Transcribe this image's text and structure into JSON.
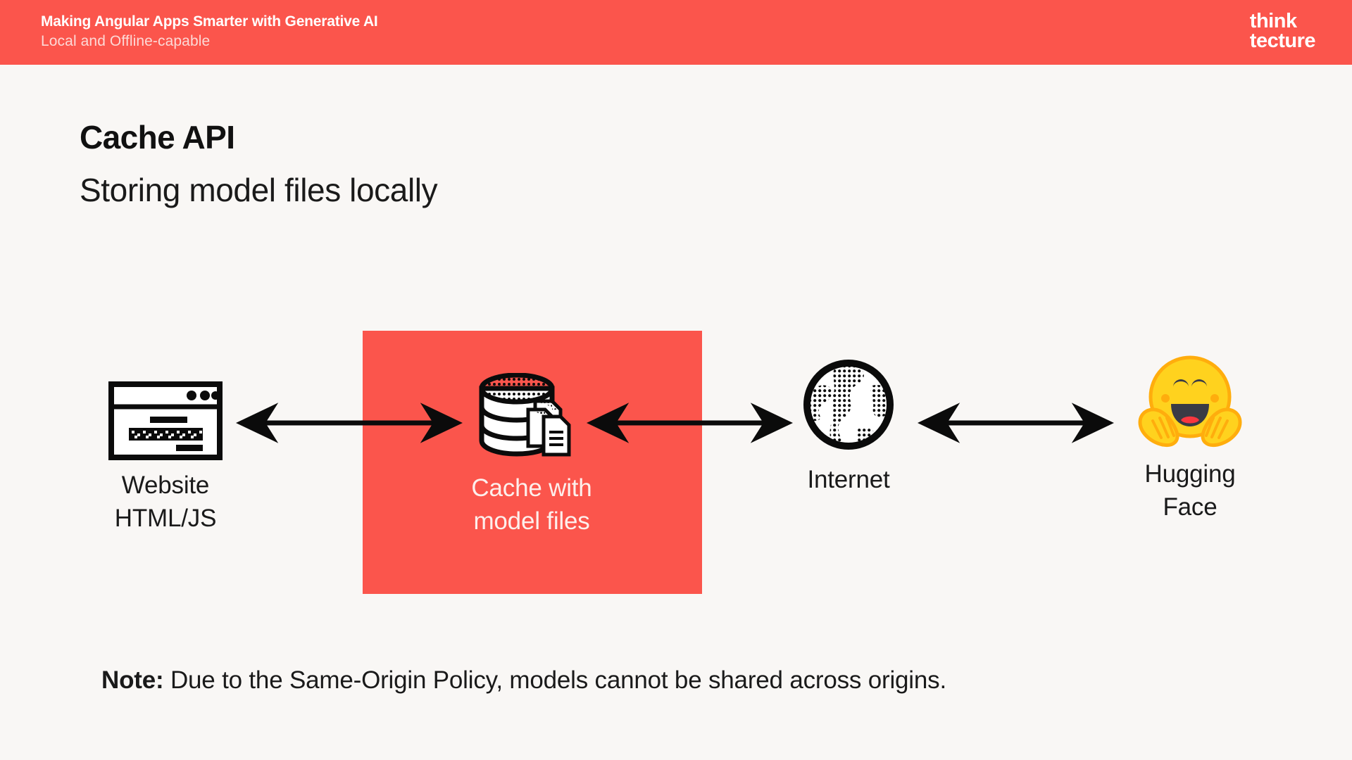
{
  "header": {
    "title": "Making Angular Apps Smarter with Generative AI",
    "subtitle": "Local and Offline-capable",
    "logo_line1": "think",
    "logo_line2": "tecture",
    "background_color": "#FB554C",
    "title_color": "#FFFFFF",
    "subtitle_color": "#FCD9D6"
  },
  "slide": {
    "title": "Cache API",
    "subtitle": "Storing model files locally",
    "background_color": "#F9F7F5"
  },
  "diagram": {
    "highlight_box_color": "#FB554C",
    "nodes": [
      {
        "id": "website",
        "icon": "browser-window-icon",
        "label": "Website\nHTML/JS",
        "label_color": "#1A1A1A"
      },
      {
        "id": "cache",
        "icon": "database-with-files-icon",
        "label": "Cache with\nmodel files",
        "label_color": "#FDEFEC",
        "inside_highlight_box": true
      },
      {
        "id": "internet",
        "icon": "globe-icon",
        "label": "Internet",
        "label_color": "#1A1A1A"
      },
      {
        "id": "hugging-face",
        "icon": "hugging-face-emoji-icon",
        "label": "Hugging\nFace",
        "label_color": "#1A1A1A"
      }
    ],
    "connectors": [
      {
        "id": "website-cache",
        "from": "website",
        "to": "cache",
        "style": "double-headed-arrow"
      },
      {
        "id": "cache-internet",
        "from": "cache",
        "to": "internet",
        "style": "double-headed-arrow"
      },
      {
        "id": "internet-hugging-face",
        "from": "internet",
        "to": "hugging-face",
        "style": "double-headed-arrow"
      }
    ]
  },
  "note": {
    "label": "Note:",
    "text": " Due to the Same-Origin Policy, models cannot be shared across origins."
  }
}
